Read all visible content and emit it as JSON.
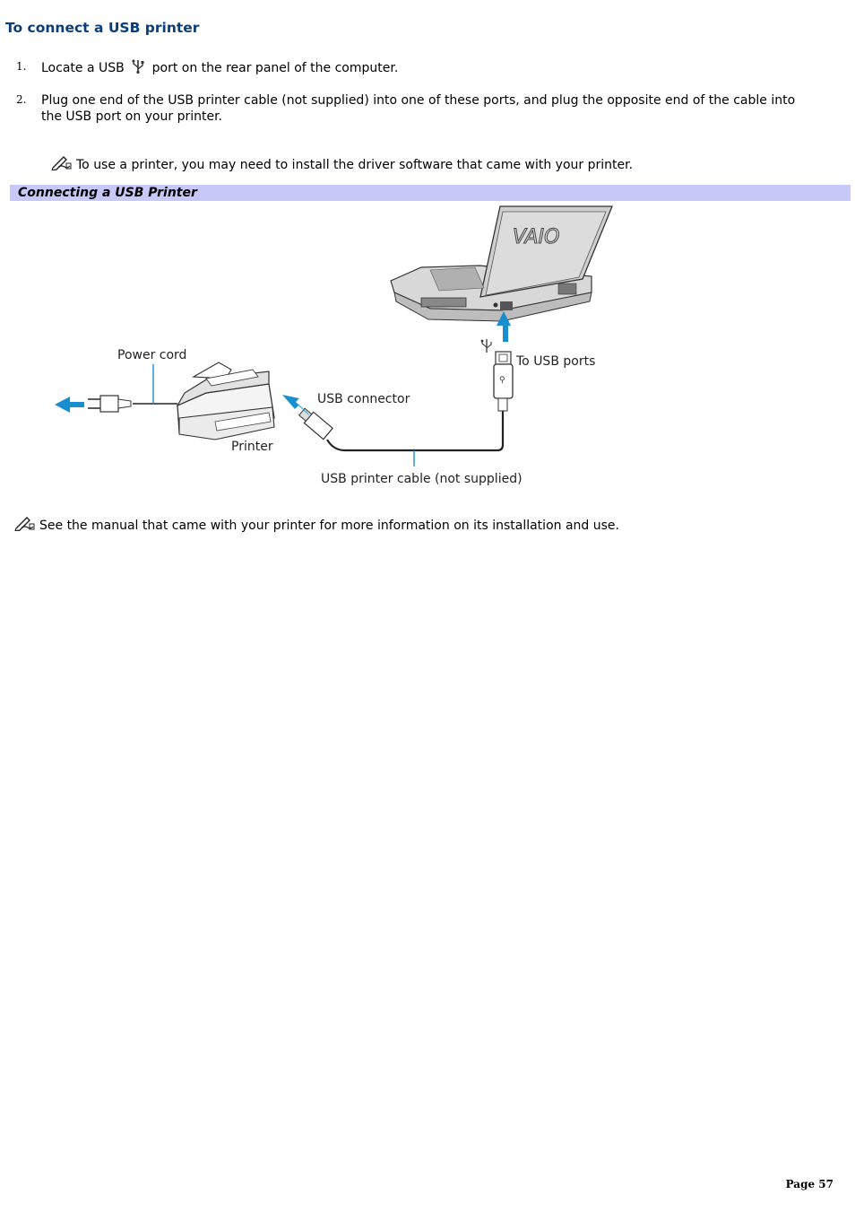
{
  "heading": "To connect a USB printer",
  "steps": [
    {
      "number": "1.",
      "before_icon": "Locate a USB",
      "icon": "usb-icon",
      "after_icon": "port on the rear panel of the computer."
    },
    {
      "number": "2.",
      "text": "Plug one end of the USB printer cable (not supplied) into one of these ports, and plug the opposite end of the cable into the USB port on your printer."
    }
  ],
  "note1": {
    "icon": "note-pencil-icon",
    "text": "To use a printer, you may need to install the driver software that came with your printer."
  },
  "figure": {
    "caption": "Connecting a USB Printer",
    "labels": {
      "power_cord": "Power cord",
      "printer": "Printer",
      "usb_connector": "USB connector",
      "usb_ports": "To USB ports",
      "cable": "USB printer cable (not supplied)"
    },
    "colors": {
      "arrow": "#1a8fd0",
      "caption_bg": "#c8c8f8",
      "heading": "#0b3d78"
    }
  },
  "note2": {
    "icon": "note-pencil-icon",
    "text": "See the manual that came with your printer for more information on its installation and use."
  },
  "footer": {
    "page": "Page 57"
  }
}
